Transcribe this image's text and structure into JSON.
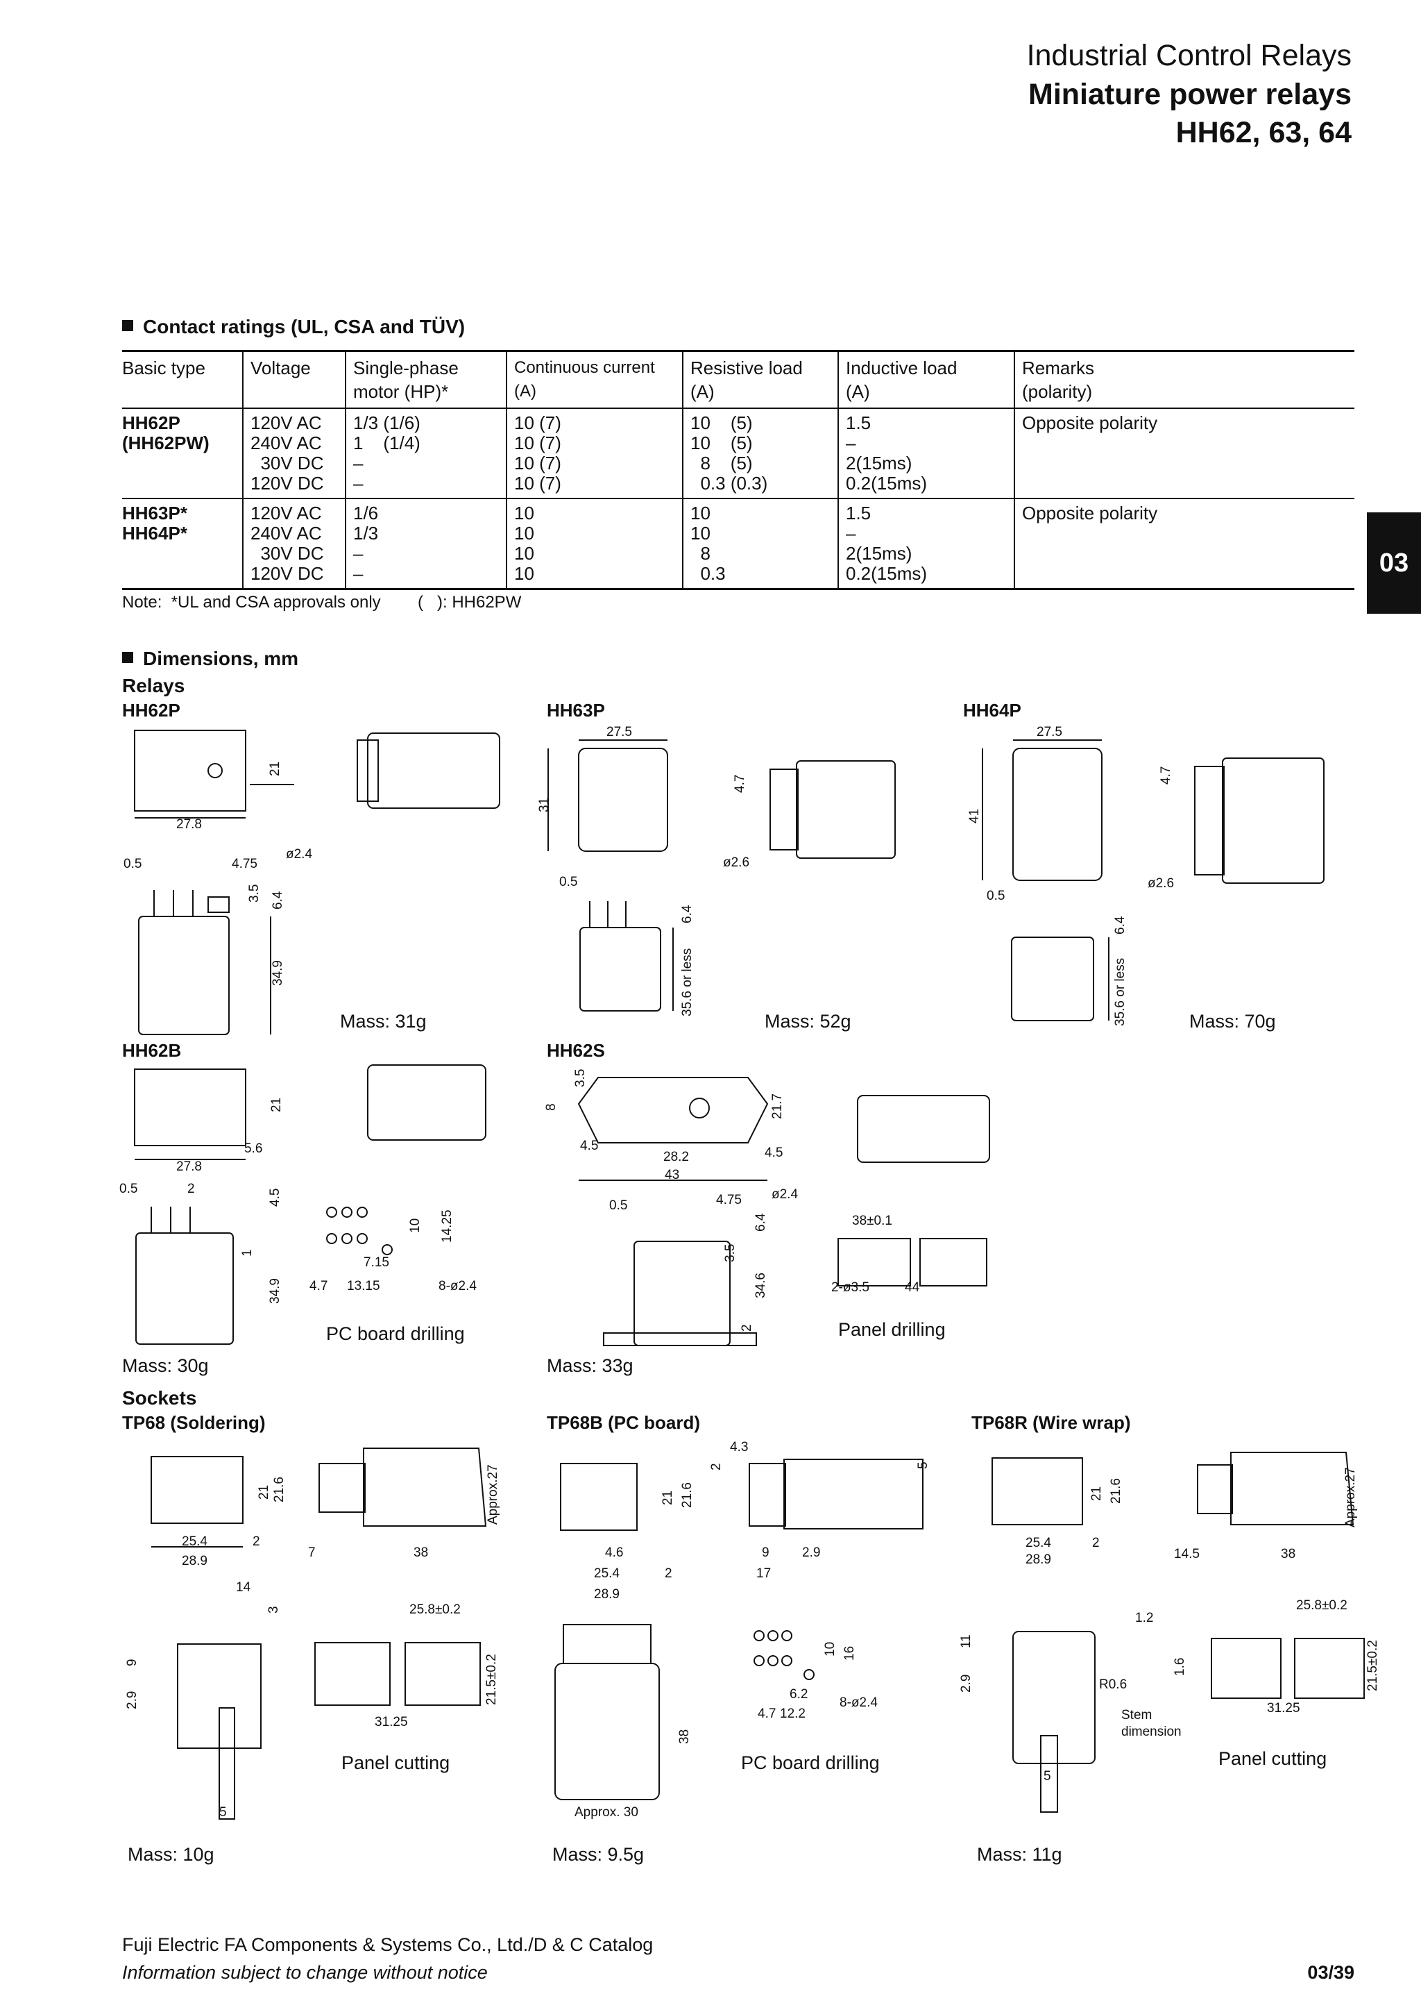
{
  "header": {
    "line1": "Industrial Control Relays",
    "line2": "Miniature power relays",
    "line3": "HH62, 63, 64"
  },
  "side_tab": "03",
  "contact_ratings": {
    "title": "Contact ratings (UL, CSA and TÜV)",
    "columns": [
      [
        "Basic type",
        ""
      ],
      [
        "Voltage",
        ""
      ],
      [
        "Single-phase",
        "motor (HP)*"
      ],
      [
        "Continuous current",
        "(A)"
      ],
      [
        "Resistive load",
        "(A)"
      ],
      [
        "Inductive load",
        "(A)"
      ],
      [
        "Remarks",
        "(polarity)"
      ]
    ],
    "rows": [
      {
        "type": "HH62P\n(HH62PW)",
        "voltage": "120V AC\n240V AC\n  30V DC\n120V DC",
        "motor": "1/3 (1/6)\n1    (1/4)\n–\n–",
        "continuous": "10 (7)\n10 (7)\n10 (7)\n10 (7)",
        "resistive": "10    (5)\n10    (5)\n  8    (5)\n  0.3 (0.3)",
        "inductive": "1.5\n–\n2(15ms)\n0.2(15ms)",
        "remarks": "Opposite polarity"
      },
      {
        "type": "HH63P*\nHH64P*",
        "voltage": "120V AC\n240V AC\n  30V DC\n120V DC",
        "motor": "1/6\n1/3\n–\n–",
        "continuous": "10\n10\n10\n10",
        "resistive": "10\n10\n  8\n  0.3",
        "inductive": "1.5\n–\n2(15ms)\n0.2(15ms)",
        "remarks": "Opposite polarity"
      }
    ],
    "note": "Note:  *UL and CSA approvals only        (   ): HH62PW"
  },
  "dimensions": {
    "title": "Dimensions, mm",
    "relays_label": "Relays",
    "sockets_label": "Sockets",
    "hh62p": {
      "label": "HH62P",
      "mass": "Mass:  31g",
      "dims": [
        "21",
        "27.8",
        "0.5",
        "4.75",
        "ø2.4",
        "3.5",
        "6.4",
        "34.9"
      ]
    },
    "hh63p": {
      "label": "HH63P",
      "mass": "Mass:  52g",
      "dims": [
        "27.5",
        "31",
        "4.7",
        "ø2.6",
        "0.5",
        "6.4",
        "35.6 or less"
      ]
    },
    "hh64p": {
      "label": "HH64P",
      "mass": "Mass:  70g",
      "dims": [
        "27.5",
        "41",
        "4.7",
        "ø2.6",
        "0.5",
        "6.4",
        "35.6 or less"
      ]
    },
    "hh62b": {
      "label": "HH62B",
      "mass": "Mass:  30g",
      "caption": "PC board drilling",
      "dims": [
        "21",
        "5.6",
        "27.8",
        "0.5",
        "2",
        "4.5",
        "1",
        "34.9",
        "10",
        "14.25",
        "7.15",
        "4.7",
        "13.15",
        "8-ø2.4"
      ]
    },
    "hh62s": {
      "label": "HH62S",
      "mass": "Mass:  33g",
      "caption": "Panel drilling",
      "dims": [
        "3.5",
        "8",
        "21.7",
        "4.5",
        "28.2",
        "4.5",
        "43",
        "0.5",
        "4.75",
        "ø2.4",
        "6.4",
        "3.5",
        "34.6",
        "2",
        "38±0.1",
        "2-ø3.5",
        "44"
      ]
    },
    "tp68": {
      "label": "TP68 (Soldering)",
      "mass": "Mass:  10g",
      "caption": "Panel cutting",
      "dims": [
        "21",
        "21.6",
        "Approx.27",
        "25.4",
        "2",
        "28.9",
        "7",
        "38",
        "14",
        "3",
        "9",
        "2.9",
        "5",
        "25.8±0.2",
        "21.5±0.2",
        "31.25"
      ]
    },
    "tp68b": {
      "label": "TP68B (PC board)",
      "mass": "Mass:  9.5g",
      "caption": "PC board drilling",
      "dims": [
        "4.3",
        "2",
        "5",
        "21",
        "21.6",
        "4.6",
        "2",
        "25.4",
        "28.9",
        "9",
        "2.9",
        "17",
        "38",
        "Approx. 30",
        "10",
        "16",
        "6.2",
        "4.7",
        "12.2",
        "8-ø2.4"
      ]
    },
    "tp68r": {
      "label": "TP68R (Wire wrap)",
      "mass": "Mass:  11g",
      "caption": "Panel cutting",
      "dims": [
        "21",
        "21.6",
        "Approx.27",
        "25.4",
        "2",
        "28.9",
        "14.5",
        "38",
        "11",
        "2.9",
        "5",
        "1.2",
        "1.6",
        "R0.6",
        "Stem",
        "dimension",
        "25.8±0.2",
        "21.5±0.2",
        "31.25"
      ]
    }
  },
  "footer": {
    "company": "Fuji Electric FA Components & Systems Co., Ltd./D & C Catalog",
    "notice": "Information subject to change without notice",
    "page": "03/39"
  }
}
